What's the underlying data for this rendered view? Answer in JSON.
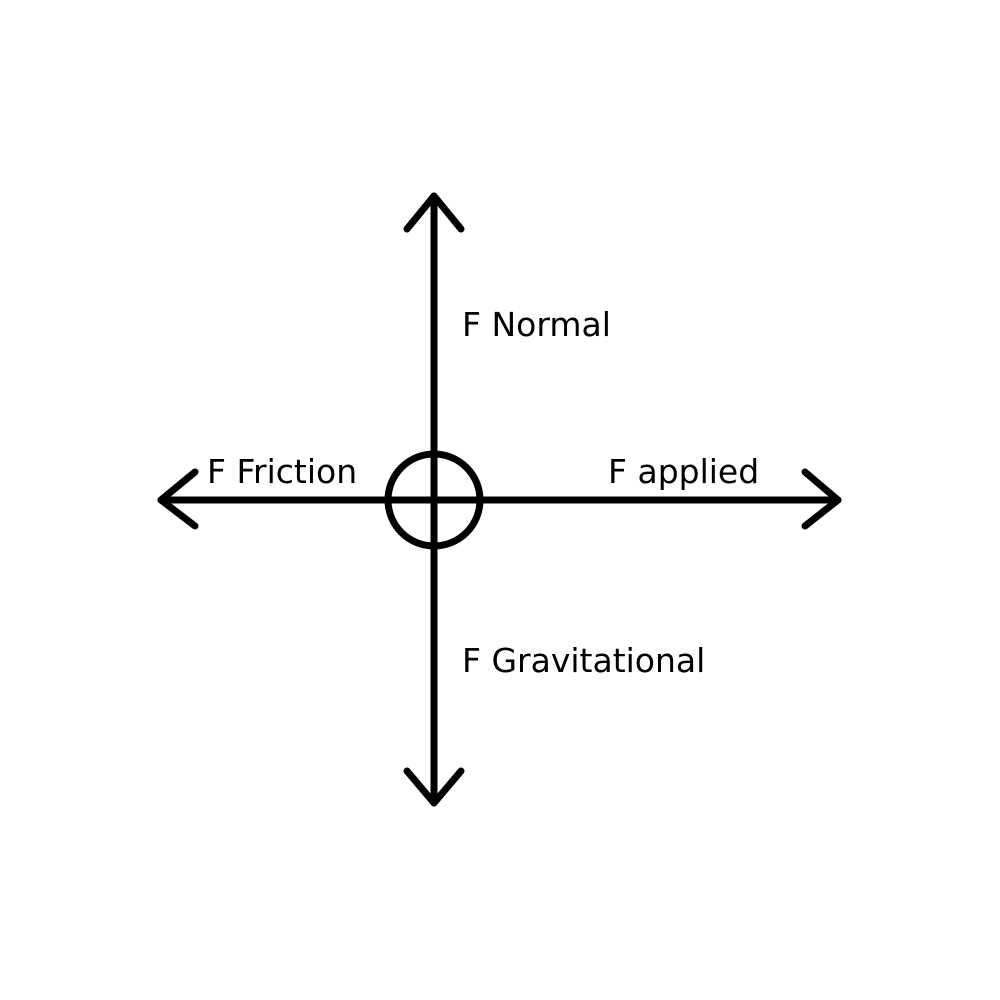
{
  "diagram": {
    "title": "",
    "stroke_color": "#000000",
    "background_color": "#ffffff",
    "object": "circle",
    "forces": {
      "normal": {
        "label": "F Normal",
        "direction": "up"
      },
      "friction": {
        "label": "F Friction",
        "direction": "left"
      },
      "applied": {
        "label": "F applied",
        "direction": "right"
      },
      "gravitational": {
        "label": "F Gravitational",
        "direction": "down"
      }
    }
  }
}
